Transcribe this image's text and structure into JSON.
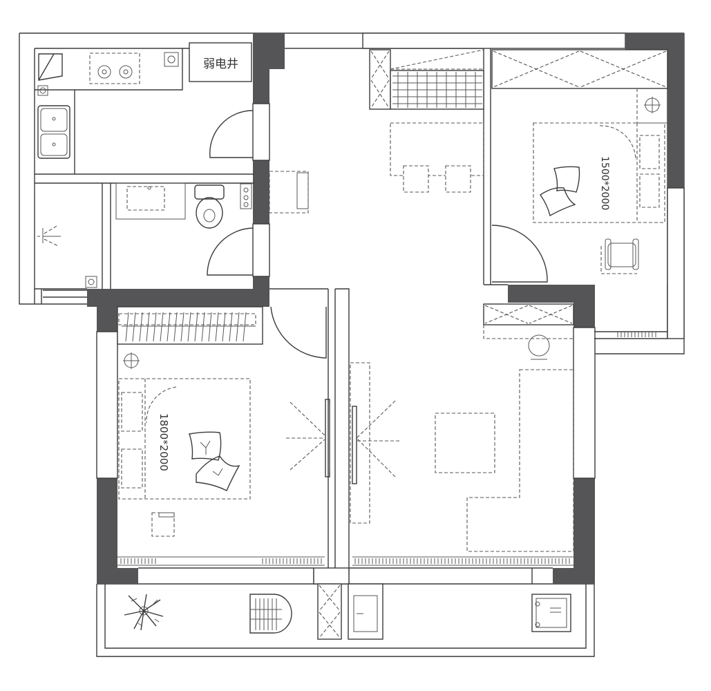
{
  "labels": {
    "weak_current_shaft": "弱电井",
    "master_bed_size": "1800*2000",
    "second_bed_size": "1500*2000"
  },
  "colors": {
    "wall_fill": "#555557",
    "line": "#3a3a3a",
    "background": "#ffffff"
  },
  "icons": [
    "gas-stove-icon",
    "kitchen-sink-icon",
    "toilet-icon",
    "washbasin-icon",
    "double-bed-icon",
    "pillow-icon",
    "desk-chair-icon",
    "lamp-icon",
    "plant-icon",
    "washing-machine-icon",
    "water-heater-icon",
    "door-swing-icon",
    "tv-icon",
    "wardrobe-icon",
    "radiator-icon",
    "dining-chair-icon"
  ]
}
